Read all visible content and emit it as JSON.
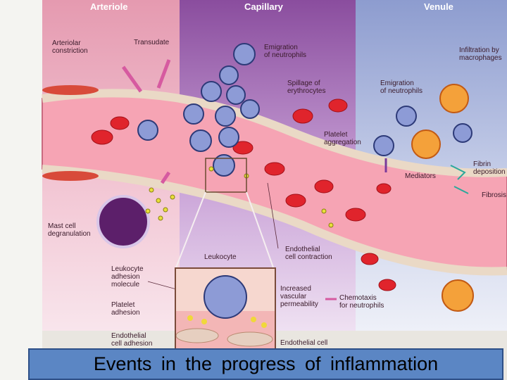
{
  "headers": {
    "arteriole": "Arteriole",
    "capillary": "Capillary",
    "venule": "Venule"
  },
  "labels": {
    "arteriolar_constriction": "Arteriolar\nconstriction",
    "transudate": "Transudate",
    "emigration_neutrophils_top": "Emigration\nof neutrophils",
    "spillage_erythrocytes": "Spillage of\nerythrocytes",
    "emigration_neutrophils_right": "Emigration\nof neutrophils",
    "infiltration_macrophages": "Infiltration by\nmacrophages",
    "platelet_aggregation": "Platelet\naggregation",
    "fibrin_deposition": "Fibrin\ndeposition",
    "mediators": "Mediators",
    "fibrosis": "Fibrosis",
    "mast_cell_degranulation": "Mast cell\ndegranulation",
    "endothelial_cell_contraction": "Endothelial\ncell contraction",
    "leukocyte": "Leukocyte",
    "leukocyte_adhesion_molecule": "Leukocyte\nadhesion\nmolecule",
    "increased_vascular_permeability": "Increased\nvascular\npermeability",
    "chemotaxis_neutrophils": "Chemotaxis\nfor neutrophils",
    "platelet_adhesion": "Platelet\nadhesion",
    "endothelial_cell_adhesion": "Endothelial\ncell adhesion",
    "endothelial_cell": "Endothelial cell"
  },
  "caption": "Events in the progress of inflammation",
  "colors": {
    "vessel": "#f6a4b4",
    "vessel_wall": "#e7d6c4",
    "rbc": "#e0242c",
    "wbc": "#6f7fc0",
    "caption_bg": "#5b86c4"
  }
}
